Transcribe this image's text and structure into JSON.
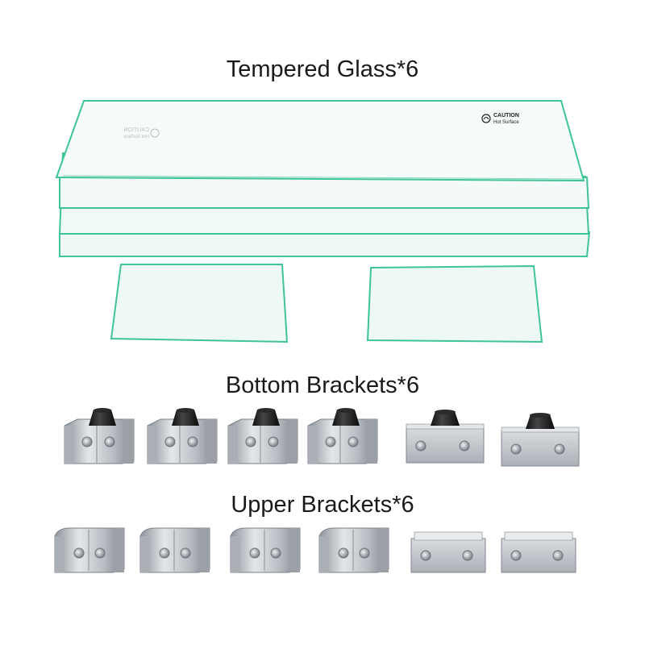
{
  "sections": {
    "glass": {
      "title": "Tempered Glass*6"
    },
    "bottom": {
      "title": "Bottom Brackets*6"
    },
    "upper": {
      "title": "Upper Brackets*6"
    }
  },
  "caution_label": {
    "heading": "CAUTION",
    "subtext": "Hot Surface"
  },
  "colors": {
    "glass_edge": "#3fc39a",
    "glass_fill": "#eef8f4",
    "metal": "#c7ccd1",
    "rubber": "#1c1c1c"
  }
}
